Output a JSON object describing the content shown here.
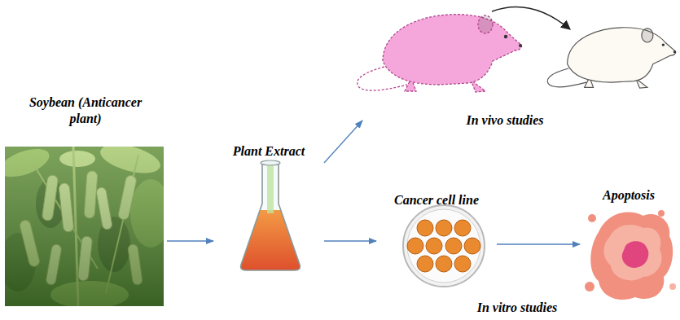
{
  "diagram": {
    "nodes": [
      {
        "text": [
          "Soybean (Anticancer plant)"
        ]
      },
      {
        "text": [
          "Plant Extract"
        ]
      },
      {
        "text": [
          "Cancer cell line"
        ]
      },
      {
        "text": [
          "Apoptosis"
        ]
      },
      {
        "text": [
          "In vivo studies"
        ]
      }
    ],
    "edges": [
      {
        "from": 0,
        "to": 1,
        "arrow": "to"
      },
      {
        "from": 1,
        "to": 2,
        "arrow": "to"
      },
      {
        "from": 2,
        "to": 3,
        "arrow": "to"
      },
      {
        "from": 1,
        "to": 4,
        "arrow": "to"
      }
    ],
    "labels": [
      "In vitro studies"
    ]
  }
}
